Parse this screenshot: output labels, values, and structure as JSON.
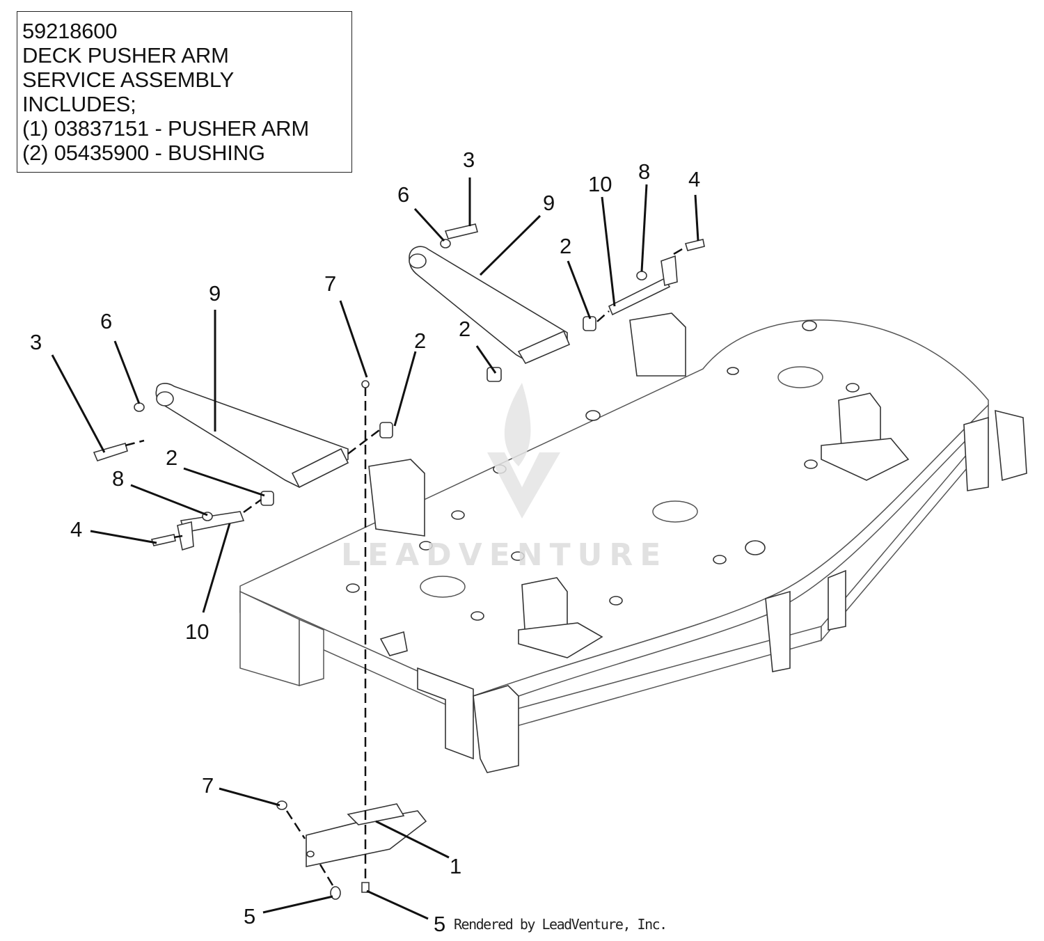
{
  "note": {
    "lines": [
      "59218600",
      "DECK PUSHER ARM",
      "SERVICE ASSEMBLY",
      "INCLUDES;",
      "(1) 03837151 - PUSHER ARM",
      "(2) 05435900 - BUSHING"
    ]
  },
  "callouts": [
    {
      "label": "3"
    },
    {
      "label": "6"
    },
    {
      "label": "9"
    },
    {
      "label": "10"
    },
    {
      "label": "8"
    },
    {
      "label": "4"
    },
    {
      "label": "2"
    },
    {
      "label": "2"
    },
    {
      "label": "3"
    },
    {
      "label": "6"
    },
    {
      "label": "9"
    },
    {
      "label": "7"
    },
    {
      "label": "2"
    },
    {
      "label": "2"
    },
    {
      "label": "8"
    },
    {
      "label": "4"
    },
    {
      "label": "10"
    },
    {
      "label": "7"
    },
    {
      "label": "1"
    },
    {
      "label": "5"
    },
    {
      "label": "5"
    }
  ],
  "watermark": {
    "text": "LEADVENTURE"
  },
  "footer": {
    "text": "Rendered by LeadVenture, Inc."
  }
}
